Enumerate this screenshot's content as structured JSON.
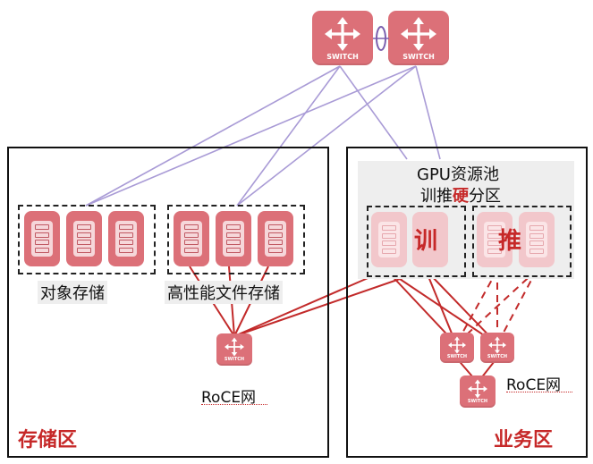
{
  "top_switches": [
    {
      "label": "SWITCH"
    },
    {
      "label": "SWITCH"
    }
  ],
  "storage_zone": {
    "title": "存储区",
    "object_storage_label": "对象存储",
    "hp_file_storage_label": "高性能文件存储",
    "switch_label": "SWITCH",
    "roce_label": "RoCE网"
  },
  "business_zone": {
    "title": "业务区",
    "gpu_pool_line1": "GPU资源池",
    "gpu_pool_line2_prefix": "训推",
    "gpu_pool_line2_highlight": "硬",
    "gpu_pool_line2_suffix": "分区",
    "train_label": "训",
    "infer_label": "推",
    "switch_label": "SWITCH",
    "roce_label": "RoCE网"
  },
  "colors": {
    "switch_red": "#dc7078",
    "link_purple": "#a99bd6",
    "link_red": "#c22a2a",
    "highlight_red": "#c62828"
  }
}
